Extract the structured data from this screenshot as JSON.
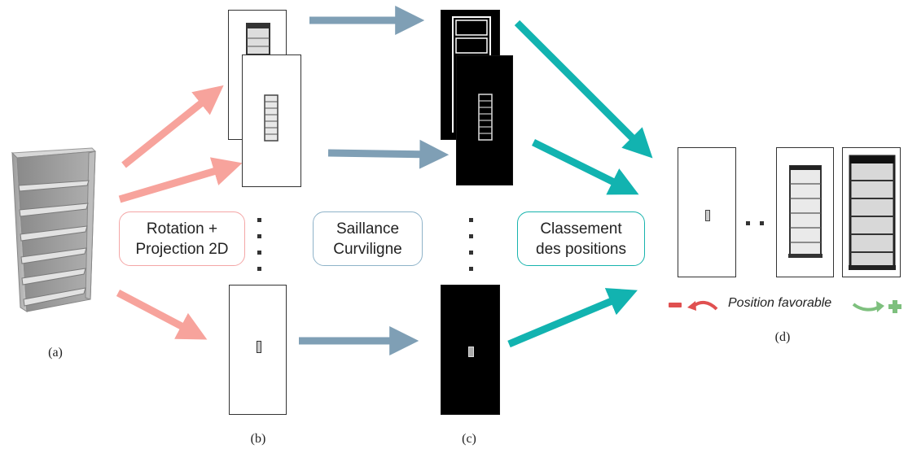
{
  "colors": {
    "pink_arrow": "#f7a39c",
    "blue_arrow": "#7f9fb5",
    "teal_arrow": "#12b3b0",
    "box_pink_border": "#f4a6a6",
    "box_blue_border": "#8fb3c9",
    "box_teal_border": "#17b3ad",
    "minus_red": "#e05050",
    "plus_green": "#7ec07e"
  },
  "boxes": {
    "rotation": "Rotation +\nProjection 2D",
    "saillance": "Saillance\nCurviligne",
    "classement": "Classement\ndes positions"
  },
  "step_labels": {
    "a": "(a)",
    "b": "(b)",
    "c": "(c)",
    "d": "(d)"
  },
  "legend": {
    "text": "Position favorable"
  },
  "icons": [
    "bookshelf-3d-icon",
    "minus-icon",
    "plus-icon",
    "curved-arrow-left-icon",
    "curved-arrow-right-icon"
  ]
}
